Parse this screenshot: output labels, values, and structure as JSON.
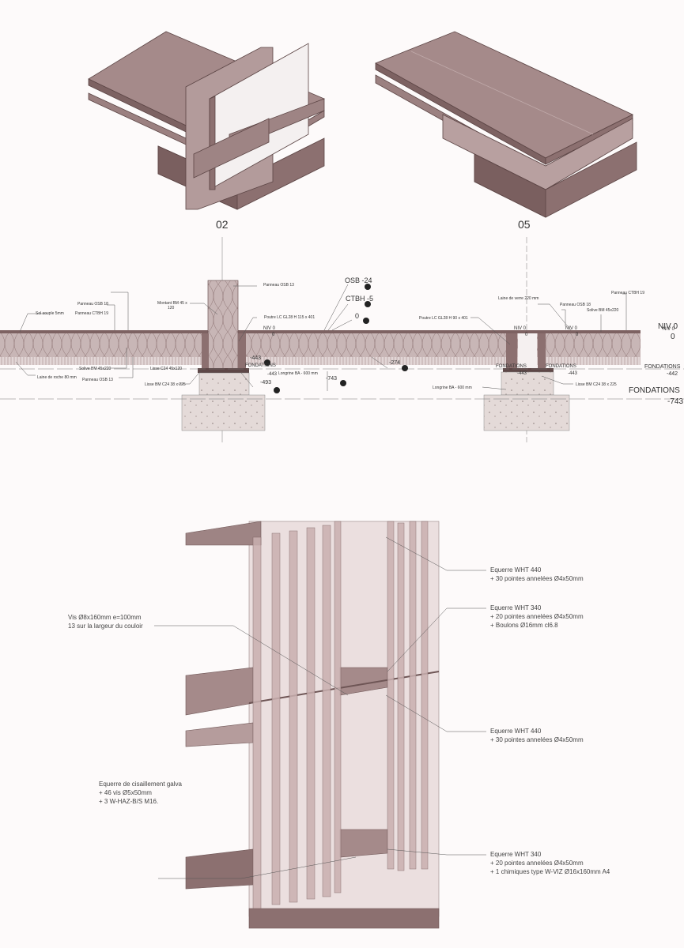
{
  "details": {
    "left_label": "02",
    "right_label": "05"
  },
  "section": {
    "labels": {
      "panneau_osb_13_top": "Panneau OSB 13",
      "montant": "Montant BM 45 x",
      "montant2": "120",
      "panneau_osb_18": "Panneau OSB 18",
      "panneau_ctbh_19": "Panneau CTBH 19",
      "sol_souple": "Sol souple 5mm",
      "poutre_left": "Poutre LC GL28 H 115 x 401",
      "solive_left": "Solive BM 45x220",
      "laine_roche": "Laine de roche 80 mm",
      "panneau_osb_13_bottom": "Panneau OSB 13",
      "lisse_c24": "Lisse C24 45x120",
      "lisse_bm_left": "Lisse BM C24 38 x 225",
      "longrine_left": "Longrine BA - 600 mm",
      "laine_verre": "Laine de verre 220 mm",
      "poutre_right": "Poutre LC GL28 H 90 x 401",
      "panneau_osb_18_right": "Panneau OSB 18",
      "solive_right": "Solive BM 45x220",
      "panneau_ctbh_19_right": "Panneau CTBH 19",
      "longrine_right": "Longrine BA - 600 mm",
      "lisse_bm_right": "Lisse BM C24 38 x 225"
    },
    "levels": {
      "osb": "OSB -24",
      "ctbh": "CTBH -5",
      "zero": "0",
      "niv0_left": "NIV 0",
      "niv0_mid": "NIV 0",
      "niv0_right": "NIV 0",
      "niv0_edge": "NIV 0",
      "niv0_edge_small": "NIV 0",
      "zero_a": "0",
      "zero_b": "0",
      "zero_c": "0",
      "zero_edge": "0",
      "m443_left": "-443",
      "fond_left": "FONDATIONS",
      "m443_left2": "-443",
      "m493": "-493",
      "m743_mid": "-743",
      "m274": "-274",
      "fond_r1": "FONDATIONS",
      "m443_r1": "-443",
      "fond_r2": "FONDATIONS",
      "m443_r2": "-443",
      "fond_r3": "FONDATIONS",
      "m442": "-442",
      "fond_big": "FONDATIONS",
      "m743": "-743"
    }
  },
  "axonometric": {
    "annotations": {
      "a1_l1": "Equerre WHT 440",
      "a1_l2": "+ 30 pointes annelées Ø4x50mm",
      "a2_l1": "Equerre WHT 340",
      "a2_l2": "+ 20 pointes annelées Ø4x50mm",
      "a2_l3": "+ Boulons Ø16mm cl6.8",
      "a3_l1": "Vis Ø8x160mm e=100mm",
      "a3_l2": "13 sur la largeur du couloir",
      "a4_l1": "Equerre WHT 440",
      "a4_l2": "+ 30 pointes annelées Ø4x50mm",
      "a5_l1": "Equerre de cisaillement galva",
      "a5_l2": "+ 46 vis Ø5x50mm",
      "a5_l3": "+ 3 W-HAZ-B/S M16.",
      "a6_l1": "Equerre WHT 340",
      "a6_l2": "+ 20 pointes annelées Ø4x50mm",
      "a6_l3": "+ 1 chimiques type W-VIZ Ø16x160mm A4"
    }
  },
  "colors": {
    "line": "#6e5555",
    "fill_light": "#c9b5b5",
    "fill_mid": "#a88d8d",
    "fill_dark": "#7d6262",
    "concrete": "#e2d8d6"
  }
}
